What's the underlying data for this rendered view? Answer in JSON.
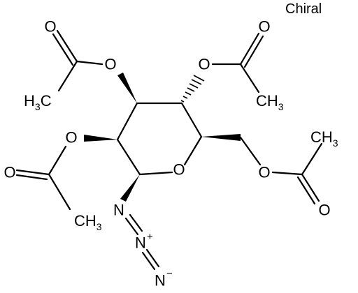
{
  "chiral_label": "Chiral",
  "atoms": {
    "ring_oxygen": "O",
    "o_c2": "O",
    "o_c3": "O",
    "o_c4": "O",
    "o_c6": "O",
    "carbonyl_o_c2": "O",
    "carbonyl_o_c3": "O",
    "carbonyl_o_c4": "O",
    "carbonyl_o_c6": "O",
    "azide_n1": "N",
    "azide_n2": "N",
    "azide_n2_charge": "+",
    "azide_n3": "N",
    "azide_n3_charge": "−",
    "ch3_symbol": "CH",
    "ch3_h_symbol": "H",
    "ch3_c_symbol": "C",
    "ch3_subscript": "3"
  }
}
